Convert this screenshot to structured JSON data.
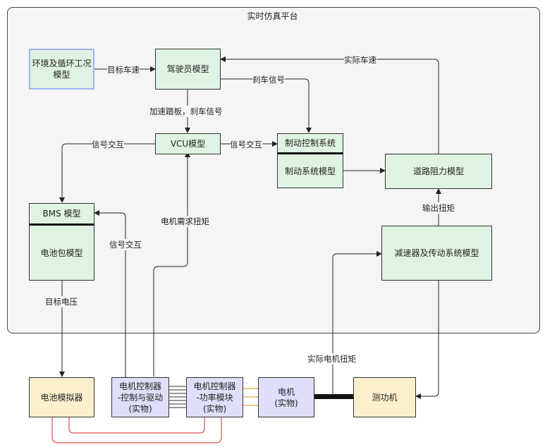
{
  "platform": {
    "title": "实时仿真平台"
  },
  "nodes": {
    "env_model": "环境及循环工况模型",
    "driver_model": "驾驶员模型",
    "vcu_model": "VCU模型",
    "brake_control": "制动控制系统",
    "brake_model": "制动系统模型",
    "road_model": "道路阻力模型",
    "bms_model": "BMS 模型",
    "battery_pack": "电池包模型",
    "reducer_model": "减速器及传动系统模型",
    "battery_sim": "电池模拟器",
    "mcu_ctrl_1": "电机控制器",
    "mcu_ctrl_2": "-控制与驱动",
    "mcu_ctrl_3": "(实物)",
    "mcu_power_1": "电机控制器",
    "mcu_power_2": "-功率模块",
    "mcu_power_3": "(实物)",
    "motor_1": "电机",
    "motor_2": "(实物)",
    "dyno": "测功机"
  },
  "labels": {
    "target_speed": "目标车速",
    "actual_speed": "实际车速",
    "brake_signal": "刹车信号",
    "pedal_brake": "加速踏板，刹车信号",
    "signal_exchange_left": "信号交互",
    "signal_exchange_right": "信号交互",
    "signal_exchange_mcu": "信号交互",
    "motor_torque_demand": "电机需求扭矩",
    "output_torque": "输出扭矩",
    "target_voltage": "目标电压",
    "actual_motor_torque": "实际电机扭矩"
  }
}
